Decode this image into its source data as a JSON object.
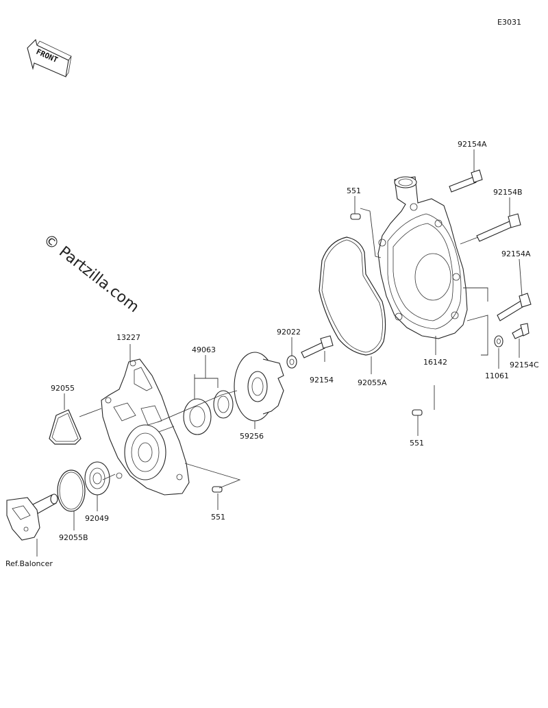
{
  "diagram_code": "E3031",
  "front_label": "FRONT",
  "watermark": "© Partzilla.com",
  "ref_note": "Ref.Baloncer",
  "labels": {
    "p92154A_top": "92154A",
    "p92154B": "92154B",
    "p92154A_mid": "92154A",
    "p551_top": "551",
    "p92022": "92022",
    "p92154": "92154",
    "p92055A": "92055A",
    "p16142": "16142",
    "p11061": "11061",
    "p92154C": "92154C",
    "p551_right": "551",
    "p13227": "13227",
    "p49063": "49063",
    "p92055": "92055",
    "p59256": "59256",
    "p92049": "92049",
    "p92055B": "92055B",
    "p551_bottom": "551"
  }
}
